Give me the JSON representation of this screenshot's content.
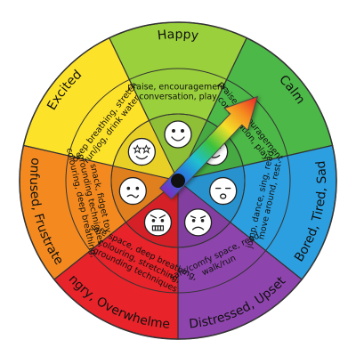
{
  "wheel": {
    "segments": [
      {
        "key": "happy",
        "title": "Happy",
        "strategy_lines": [
          "praise, encouragement,",
          "conversation, play"
        ],
        "color": "#9ad03b",
        "face": "smile"
      },
      {
        "key": "calm",
        "title": "Calm",
        "strategy_lines": [
          "praise, encouragement,",
          "conversation, play"
        ],
        "color": "#4cb848",
        "face": "content"
      },
      {
        "key": "bored",
        "title": "Bored, Tired, Sad",
        "strategy_lines": [
          "jump, dance, sing, read",
          "move around, rest"
        ],
        "color": "#2c9fe0",
        "face": "tired"
      },
      {
        "key": "distressed",
        "title": "Distressed, Upset",
        "strategy_lines": [
          "safe/comfy space, read",
          "walk/run"
        ],
        "color": "#8e44ad",
        "face": "sad"
      },
      {
        "key": "angry",
        "title": "Angry, Overwhelmed",
        "strategy_lines": [
          "safe space, deep breathing,",
          "colouring, stretching,",
          "grounding techniques"
        ],
        "color": "#e8232a",
        "face": "angry"
      },
      {
        "key": "frustrated",
        "title": "Confused, Frustrated",
        "strategy_lines": [
          "snack, fidget toy",
          "grounding techniques,",
          "colouring, deep breathing,"
        ],
        "color": "#f48a1f",
        "face": "confused"
      },
      {
        "key": "excited",
        "title": "Excited",
        "strategy_lines": [
          "deep breathing, stretch",
          "run/jog, drink water,"
        ],
        "color": "#fde22a",
        "face": "starry"
      }
    ],
    "pointer": {
      "target": "calm"
    }
  }
}
